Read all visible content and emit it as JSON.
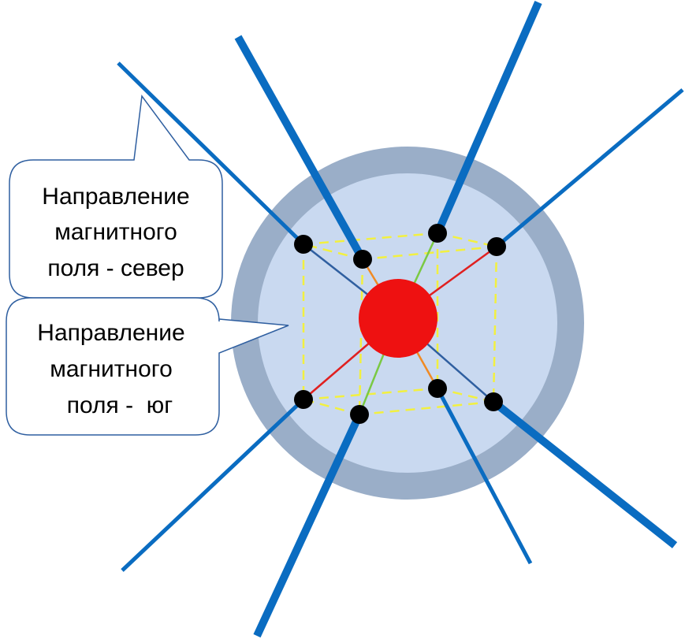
{
  "callouts": {
    "north": {
      "line1": "Направление",
      "line2": "магнитного",
      "line3": "поля - север"
    },
    "south": {
      "line1": "Направление",
      "line2": "магнитного",
      "line3": "поля -  юг"
    }
  },
  "colors": {
    "outer_ring": "#9aaec8",
    "inner_disc": "#c9d9f0",
    "center": "#ee1111",
    "node": "#000000",
    "spoke": "#0a6cc1",
    "cube_edge": "#f2f040",
    "bond_red": "#e02020",
    "bond_green": "#7ac943",
    "bond_orange": "#f08a24",
    "bond_blue": "#2f5fa0",
    "callout_border": "#2f5fa0"
  }
}
